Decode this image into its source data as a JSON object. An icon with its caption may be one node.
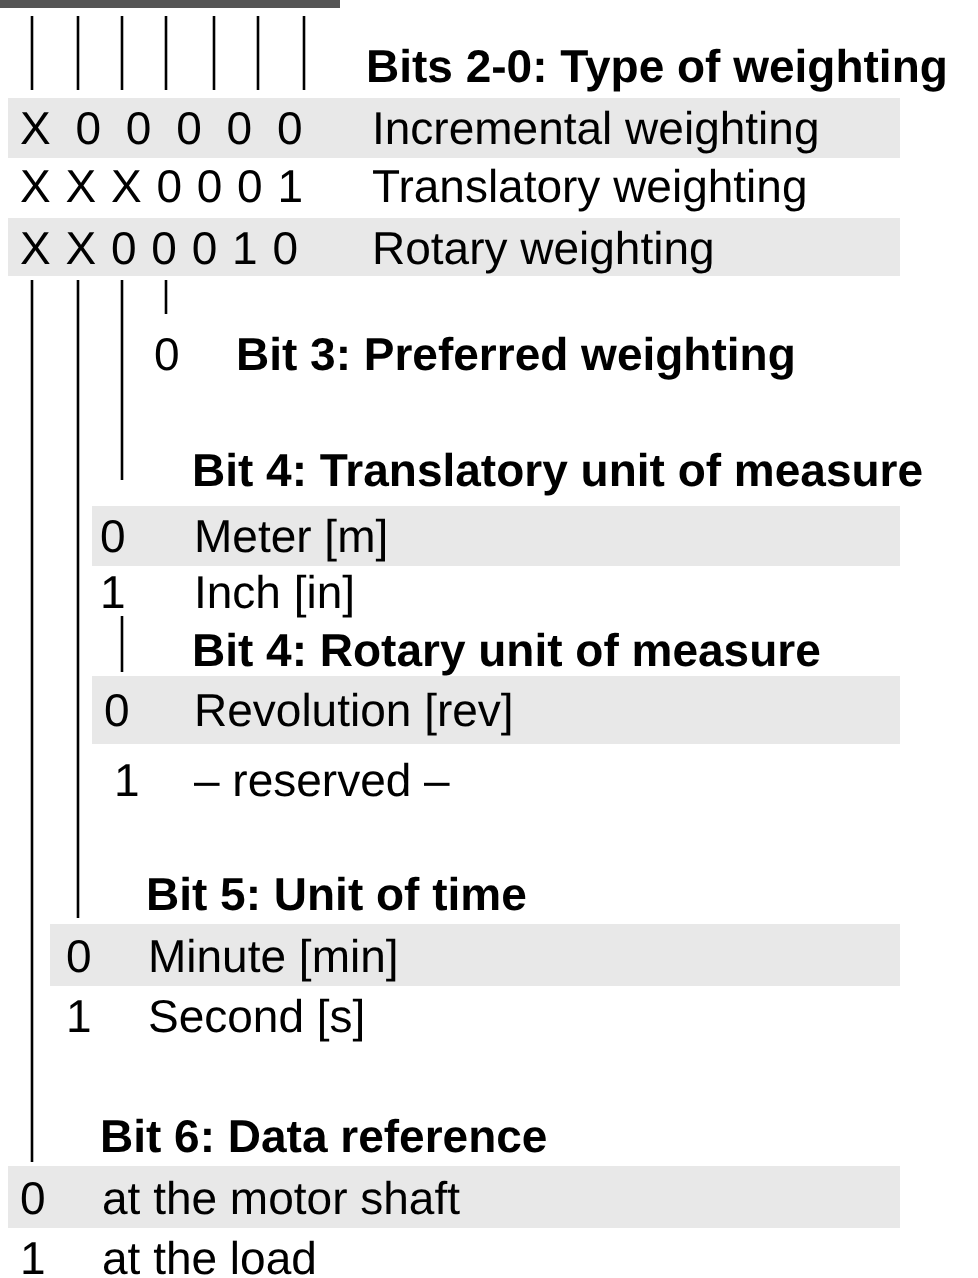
{
  "diagram": {
    "nodes": [
      {
        "text": [
          "X 0 0 0 0 0",
          "Incremental weighting"
        ]
      },
      {
        "text": [
          "X X 0 0 0 1 0",
          "Rotary weighting"
        ]
      },
      {
        "text": [
          "0",
          "Meter [m]"
        ]
      },
      {
        "text": [
          "0",
          "Revolution [rev]"
        ]
      },
      {
        "text": [
          "0",
          "Minute [min]"
        ]
      },
      {
        "text": [
          "0",
          "at the motor shaft"
        ]
      }
    ],
    "labels": [
      "Bits 2-0: Type of weighting",
      "X X X 0 0 0 1",
      "Translatory weighting",
      "0",
      "Bit 3: Preferred weighting",
      "Bit 4: Translatory unit of measure",
      "1",
      "Inch [in]",
      "Bit 4: Rotary unit of measure",
      "1",
      "– reserved –",
      "Bit 5: Unit of time",
      "1",
      "Second [s]",
      "Bit 6: Data reference",
      "1",
      "at the load"
    ]
  }
}
